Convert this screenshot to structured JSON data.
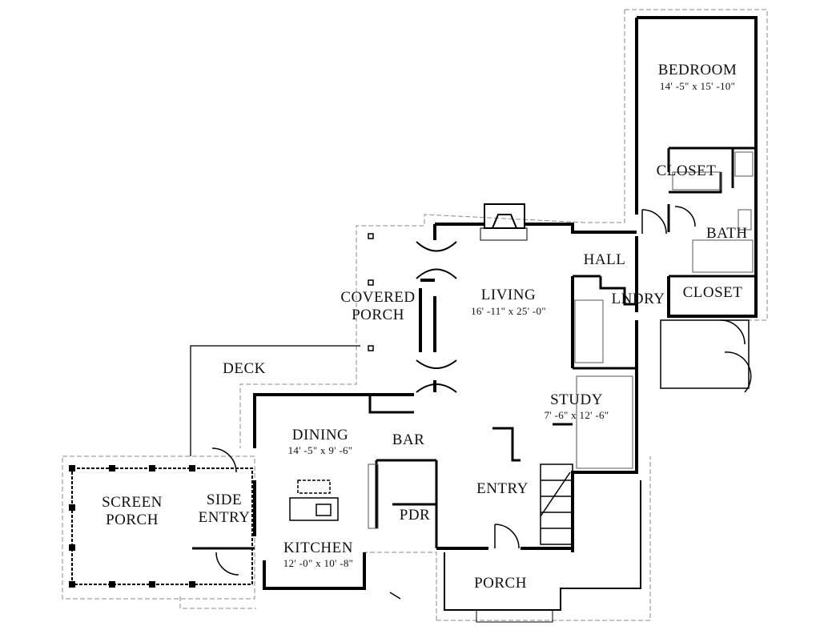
{
  "rooms": {
    "bedroom": {
      "name": "BEDROOM",
      "dim": "14' -5\" x 15' -10\""
    },
    "closet_upper": {
      "name": "CLOSET"
    },
    "bath": {
      "name": "BATH"
    },
    "hall": {
      "name": "HALL"
    },
    "lndry": {
      "name": "LNDRY"
    },
    "closet_lower": {
      "name": "CLOSET"
    },
    "living": {
      "name": "LIVING",
      "dim": "16' -11\" x 25' -0\""
    },
    "covered_porch": {
      "line1": "COVERED",
      "line2": "PORCH"
    },
    "deck": {
      "name": "DECK"
    },
    "study": {
      "name": "STUDY",
      "dim": "7' -6\" x 12' -6\""
    },
    "dining": {
      "name": "DINING",
      "dim": "14' -5\" x 9' -6\""
    },
    "bar": {
      "name": "BAR"
    },
    "entry": {
      "name": "ENTRY"
    },
    "screen_porch": {
      "line1": "SCREEN",
      "line2": "PORCH"
    },
    "side_entry": {
      "line1": "SIDE",
      "line2": "ENTRY"
    },
    "pdr": {
      "name": "PDR"
    },
    "kitchen": {
      "name": "KITCHEN",
      "dim": "12' -0\" x 10' -8\""
    },
    "porch": {
      "name": "PORCH"
    }
  }
}
